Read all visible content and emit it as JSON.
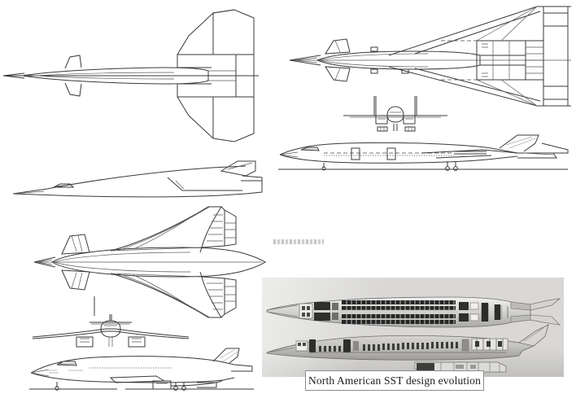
{
  "document": {
    "kind": "technical-illustration-sheet",
    "subject": "North American SST design evolution",
    "background_color": "#ffffff",
    "line_color": "#3a3a3a"
  },
  "caption": {
    "text": "North American SST design evolution",
    "border_color": "#8d8d8d",
    "background_color": "#ffffff"
  },
  "micro_caption": {
    "text": "",
    "note": "illegible micro-text line beneath upper-right drawing"
  },
  "panels": [
    {
      "id": "early-concept-plan",
      "name": "Early concept planform (top view)",
      "view": "top",
      "features": [
        "slender area-ruled fuselage",
        "small forward canards",
        "broad trapezoidal aft wing",
        "squared wingtips",
        "centerline axis"
      ]
    },
    {
      "id": "slender-profile-side",
      "name": "Slender configuration profile (side view)",
      "view": "side",
      "features": [
        "long pointed nose",
        "cockpit canopy",
        "blended fuselage",
        "swept vertical tail fin"
      ]
    },
    {
      "id": "ogee-delta-plan",
      "name": "Ogee delta planform (top view)",
      "view": "top",
      "features": [
        "ogee double-delta wing",
        "forward canards with flap segments",
        "segmented trailing-edge elevons",
        "engine nacelle bays",
        "blended fuselage"
      ]
    },
    {
      "id": "front-elevation-left",
      "name": "Front elevation",
      "view": "front",
      "features": [
        "anhedral drooped wings",
        "central vertical fin",
        "canard surfaces",
        "two underwing engine nacelle pods"
      ]
    },
    {
      "id": "final-side-elevation",
      "name": "Final configuration side elevation",
      "view": "side",
      "features": [
        "ground line",
        "dotted cabin window row",
        "underwing engine box",
        "nose gear",
        "main gear",
        "swept tail fin"
      ]
    },
    {
      "id": "delta-plan-upper-right",
      "name": "Delta wing general arrangement (top view)",
      "view": "top",
      "features": [
        "large delta wing",
        "canards",
        "dashed engine inlet lines",
        "segmented trailing edge",
        "wingtip panels",
        "centerline axis"
      ]
    },
    {
      "id": "front-elevation-right",
      "name": "Front elevation with twin fins",
      "view": "front",
      "features": [
        "twin vertical fins",
        "paired nacelle boxes",
        "main landing gear bogies"
      ]
    },
    {
      "id": "side-elevation-right",
      "name": "Side elevation",
      "view": "side",
      "features": [
        "ground line",
        "dashed window line",
        "two door blocks",
        "swept tail fin",
        "nose and main landing gear"
      ]
    },
    {
      "id": "cabin-cutaway-photo",
      "name": "Cabin arrangement photograph",
      "view": "cutaway",
      "media": "halftone photograph",
      "features": [
        "plan-view cabin seating layout",
        "side cross-section with seat rows",
        "galley and lavatory blocks",
        "cargo hold below deck"
      ],
      "background_color": "#d9d8d6"
    }
  ]
}
